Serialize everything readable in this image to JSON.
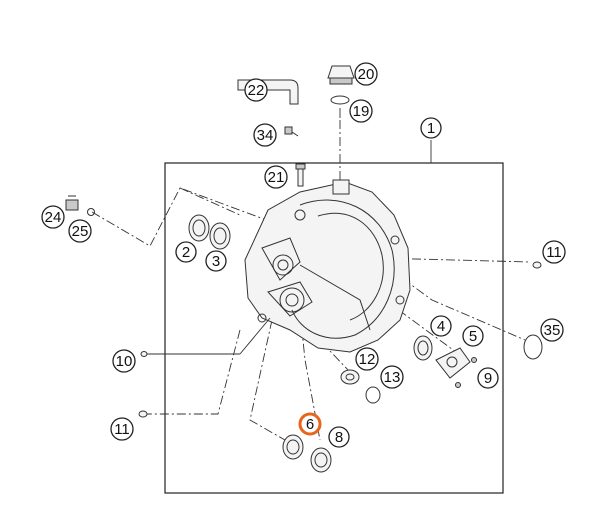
{
  "diagram": {
    "accent_color": "#e8661c",
    "frame_label": "1",
    "callouts": [
      {
        "id": "c1",
        "label": "1"
      },
      {
        "id": "c2",
        "label": "2"
      },
      {
        "id": "c3",
        "label": "3"
      },
      {
        "id": "c4",
        "label": "4"
      },
      {
        "id": "c5",
        "label": "5"
      },
      {
        "id": "c6",
        "label": "6",
        "highlighted": true
      },
      {
        "id": "c8",
        "label": "8"
      },
      {
        "id": "c9",
        "label": "9"
      },
      {
        "id": "c10",
        "label": "10"
      },
      {
        "id": "c11a",
        "label": "11"
      },
      {
        "id": "c11b",
        "label": "11"
      },
      {
        "id": "c12",
        "label": "12"
      },
      {
        "id": "c13",
        "label": "13"
      },
      {
        "id": "c19",
        "label": "19"
      },
      {
        "id": "c20",
        "label": "20"
      },
      {
        "id": "c21",
        "label": "21"
      },
      {
        "id": "c22",
        "label": "22"
      },
      {
        "id": "c24",
        "label": "24"
      },
      {
        "id": "c25",
        "label": "25"
      },
      {
        "id": "c34",
        "label": "34"
      },
      {
        "id": "c35",
        "label": "35"
      }
    ]
  }
}
